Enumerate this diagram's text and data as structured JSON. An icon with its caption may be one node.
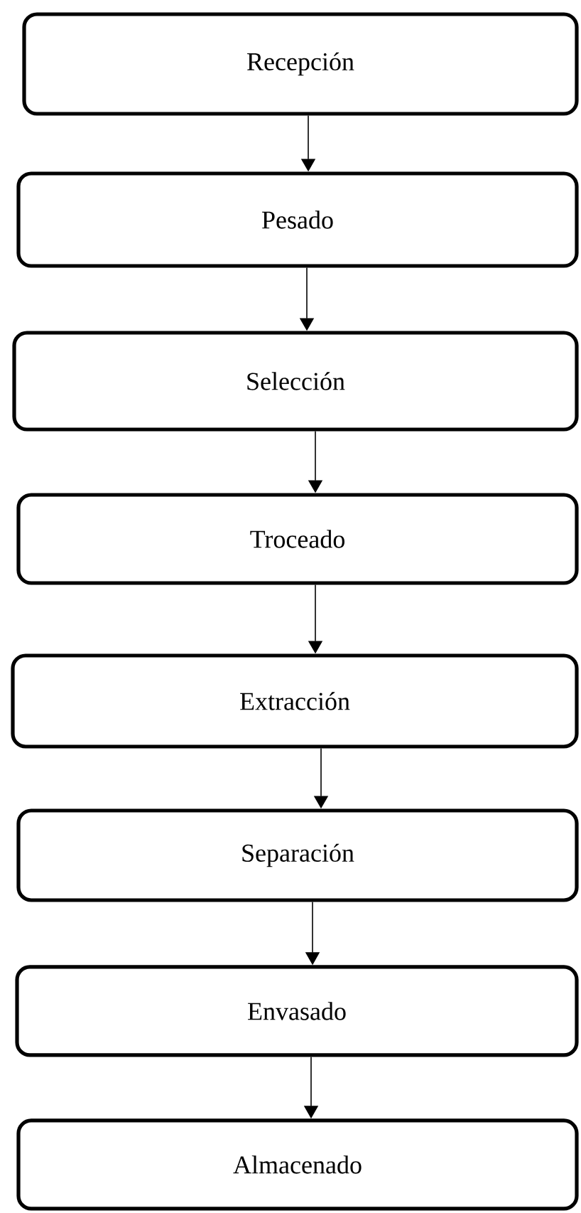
{
  "diagram": {
    "nodes": [
      {
        "text": [
          "Recepción"
        ]
      },
      {
        "text": [
          "Pesado"
        ]
      },
      {
        "text": [
          "Selección"
        ]
      },
      {
        "text": [
          "Troceado"
        ]
      },
      {
        "text": [
          "Extracción"
        ]
      },
      {
        "text": [
          "Separación"
        ]
      },
      {
        "text": [
          "Envasado"
        ]
      },
      {
        "text": [
          "Almacenado"
        ]
      }
    ],
    "edges": [
      {
        "from": 0,
        "to": 1,
        "arrow": "to"
      },
      {
        "from": 1,
        "to": 2,
        "arrow": "to"
      },
      {
        "from": 2,
        "to": 3,
        "arrow": "to"
      },
      {
        "from": 3,
        "to": 4,
        "arrow": "to"
      },
      {
        "from": 4,
        "to": 5,
        "arrow": "to"
      },
      {
        "from": 5,
        "to": 6,
        "arrow": "to"
      },
      {
        "from": 6,
        "to": 7,
        "arrow": "to"
      }
    ]
  }
}
